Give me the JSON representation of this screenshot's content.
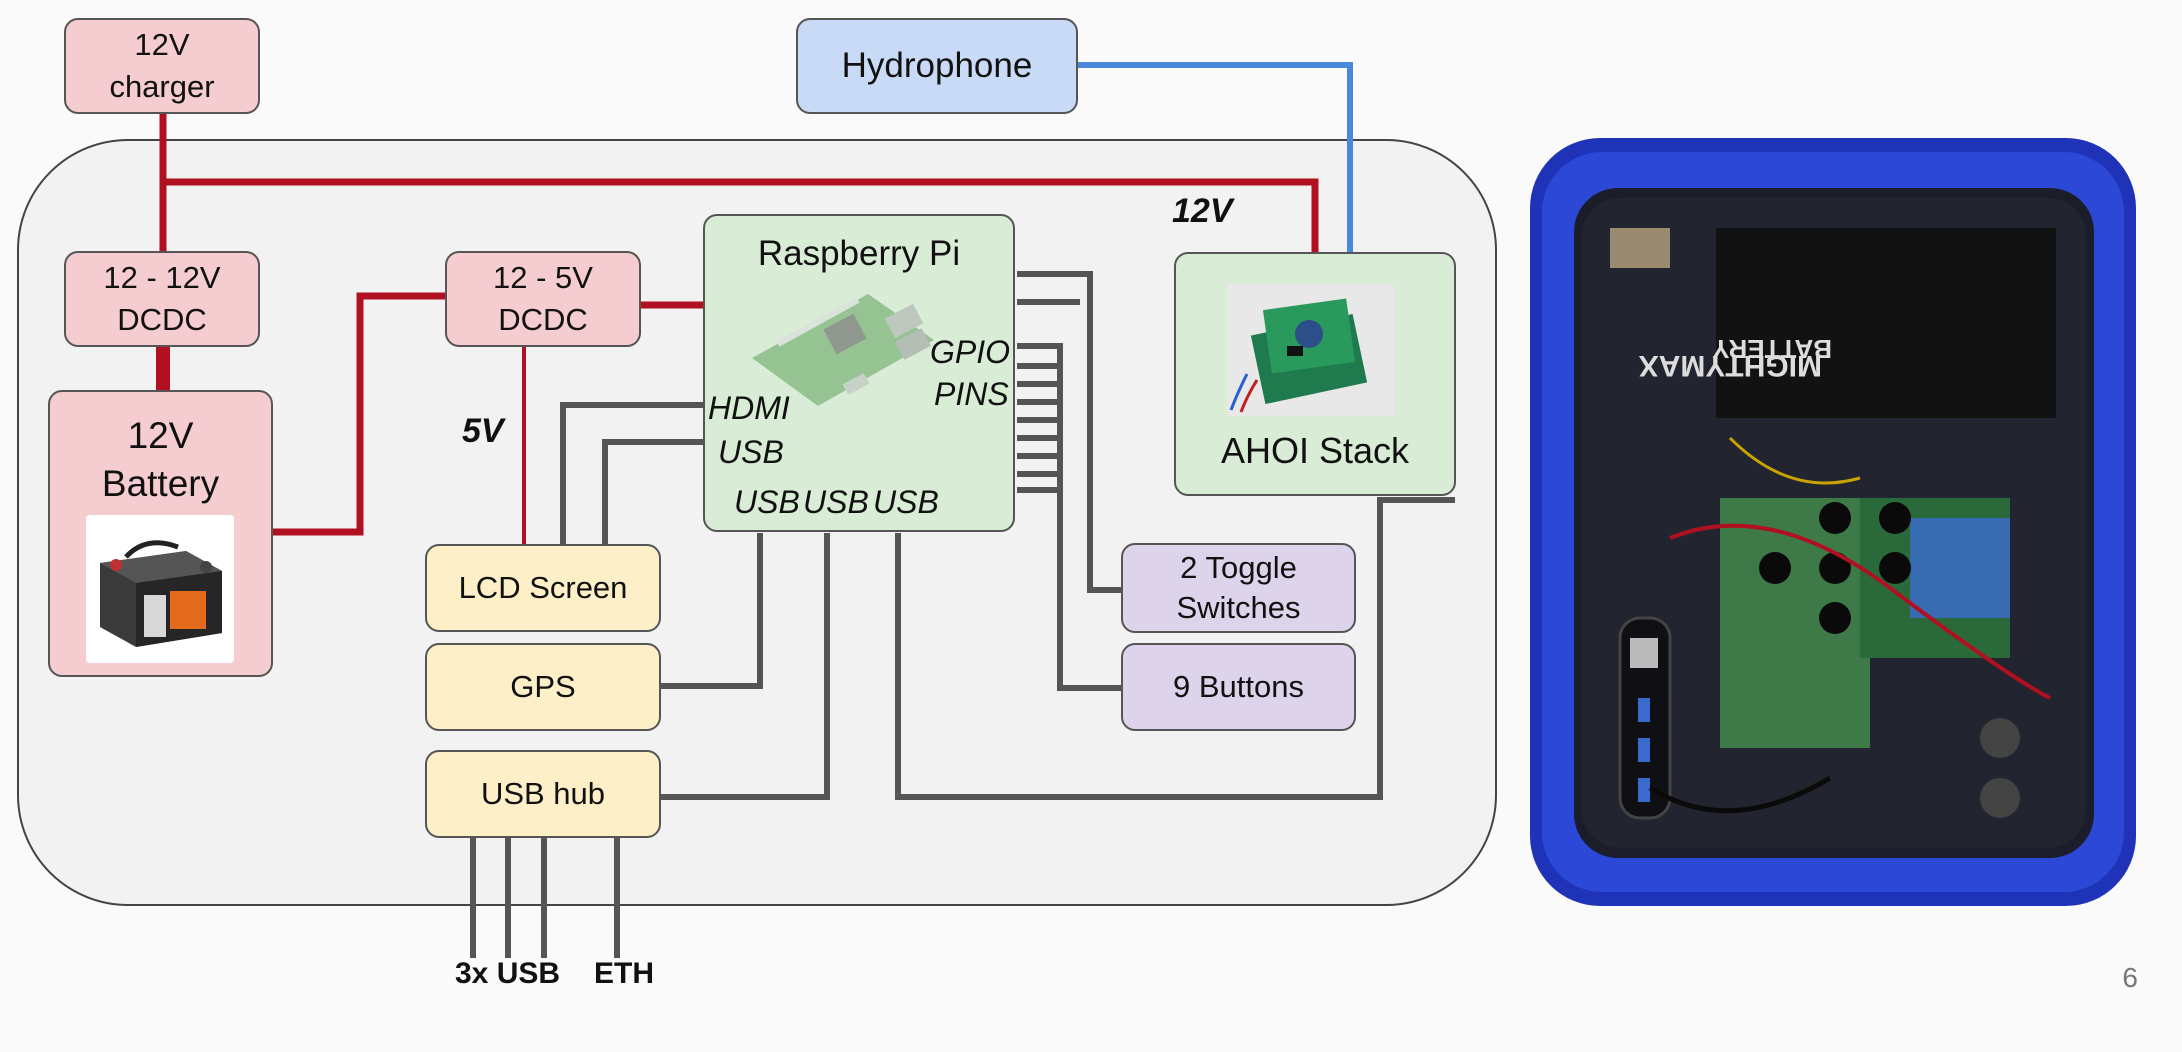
{
  "diagram": {
    "nodes": {
      "charger": [
        "12V",
        "charger"
      ],
      "hydrophone": "Hydrophone",
      "dcdc12": [
        "12 - 12V",
        "DCDC"
      ],
      "dcdc5": [
        "12 - 5V",
        "DCDC"
      ],
      "battery": [
        "12V",
        "Battery"
      ],
      "rpi": "Raspberry Pi",
      "ahoi": "AHOI Stack",
      "lcd": "LCD Screen",
      "gps": "GPS",
      "usbhub": "USB hub",
      "toggles": [
        "2 Toggle",
        "Switches"
      ],
      "buttons": "9 Buttons"
    },
    "rpi_ports": {
      "gpio": "GPIO",
      "pins": "PINS",
      "hdmi": "HDMI",
      "usb": "USB",
      "usb_row": [
        "USB",
        "USB",
        "USB"
      ]
    },
    "voltage_labels": {
      "v12": "12V",
      "v5": "5V"
    },
    "hub_ports": {
      "usb": "3x USB",
      "eth": "ETH"
    },
    "colors": {
      "power": "#b01020",
      "data": "#555555",
      "signal": "#4a88dc"
    }
  },
  "photo_text": {
    "battery_brand": "MIGHTYMAX",
    "battery_word": "BATTERY"
  },
  "page_number": "6"
}
